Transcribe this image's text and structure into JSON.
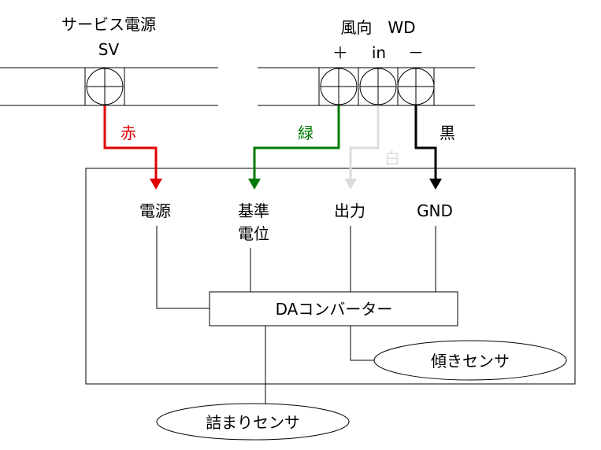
{
  "terminals": {
    "sv_title": "サービス電源",
    "sv_sub": "SV",
    "wd_title": "風向　WD",
    "plus": "＋",
    "in": "in",
    "minus": "－"
  },
  "wires": {
    "red": "赤",
    "green": "緑",
    "white": "白",
    "black": "黒"
  },
  "device": {
    "power": "電源",
    "ref_line1": "基準",
    "ref_line2": "電位",
    "output": "出力",
    "gnd": "GND",
    "converter": "DAコンバーター",
    "tilt_sensor": "傾きセンサ",
    "clog_sensor": "詰まりセンサ"
  },
  "colors": {
    "red": "#e00000",
    "green": "#007a00",
    "white": "#dcdcdc",
    "black": "#000000"
  }
}
